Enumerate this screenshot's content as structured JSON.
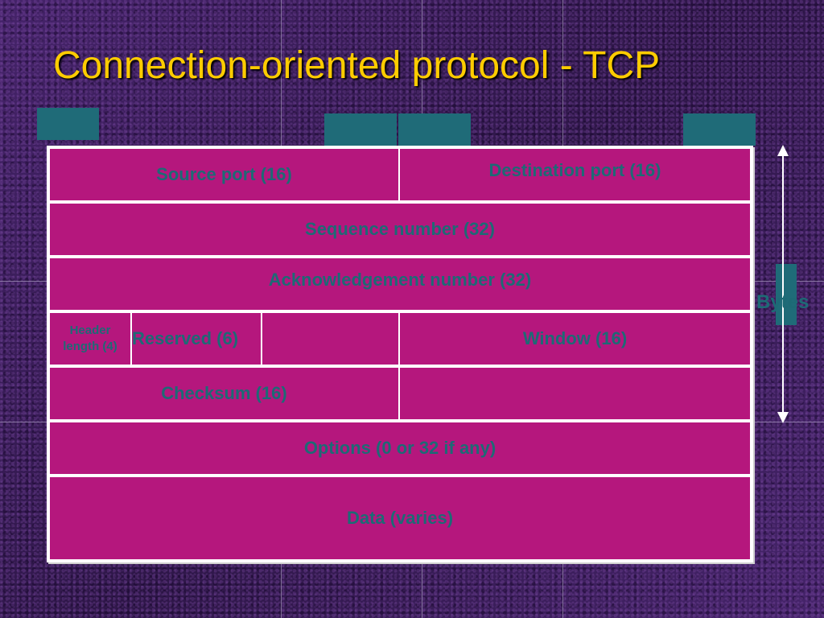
{
  "slide": {
    "title": "Connection-oriented protocol - TCP"
  },
  "header": {
    "fields": {
      "source_port": "Source port (16)",
      "destination_port": "Destination port (16)",
      "sequence_number": "Sequence number (32)",
      "acknowledgement_number": "Acknowledgement number (32)",
      "header_length": "Header length (4)",
      "reserved": "Reserved (6)",
      "window": "Window (16)",
      "checksum": "Checksum (16)",
      "options": "Options (0 or 32 if any)",
      "data": "Data (varies)"
    },
    "side_label": "Bytes"
  },
  "colors": {
    "background": "#3c1e5c",
    "title": "#ffcc00",
    "field_fill": "#b5177d",
    "field_border": "#ffffff",
    "field_text": "#1d6a75",
    "teal_box": "#1f6b78",
    "arrow": "#ffffff"
  }
}
